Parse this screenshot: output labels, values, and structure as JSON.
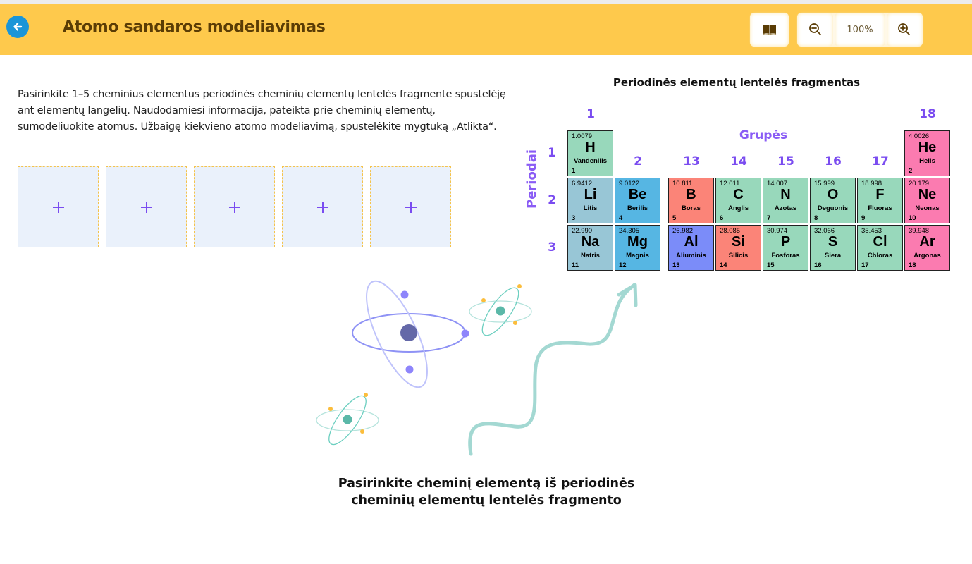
{
  "header": {
    "title": "Atomo sandaros modeliavimas",
    "back_icon": "arrow-left-icon",
    "book_icon": "book-icon",
    "zoom_out_icon": "zoom-out-icon",
    "zoom_in_icon": "zoom-in-icon",
    "zoom_level": "100%",
    "colors": {
      "background": "#fec94c",
      "title": "#5a3c05",
      "back_button": "#1a95d8"
    }
  },
  "instructions": "Pasirinkite 1–5 cheminius elementus periodinės cheminių elementų lentelės fragmente spustelėję ant elementų langelių. Naudodamiesi informacija, pateikta prie cheminių elementų, sumodeliuokite atomus. Užbaigę kiekvieno atomo modeliavimą, spustelėkite mygtuką „Atlikta“.",
  "slots": [
    {
      "icon": "plus-icon",
      "label": "+"
    },
    {
      "icon": "plus-icon",
      "label": "+"
    },
    {
      "icon": "plus-icon",
      "label": "+"
    },
    {
      "icon": "plus-icon",
      "label": "+"
    },
    {
      "icon": "plus-icon",
      "label": "+"
    }
  ],
  "periodic_table": {
    "title": "Periodinės elementų lentelės fragmentas",
    "groups_label": "Grupės",
    "periods_label": "Periodai",
    "group_numbers": [
      "1",
      "2",
      "13",
      "14",
      "15",
      "16",
      "17",
      "18"
    ],
    "period_numbers": [
      "1",
      "2",
      "3"
    ],
    "elements": [
      {
        "mass": "1.0079",
        "symbol": "H",
        "name": "Vandenilis",
        "number": "1",
        "color": "#98d8bb"
      },
      {
        "mass": "4.0026",
        "symbol": "He",
        "name": "Helis",
        "number": "2",
        "color": "#fb7bb0"
      },
      {
        "mass": "6.9412",
        "symbol": "Li",
        "name": "Litis",
        "number": "3",
        "color": "#98c6d6"
      },
      {
        "mass": "9.0122",
        "symbol": "Be",
        "name": "Berilis",
        "number": "4",
        "color": "#56b6e3"
      },
      {
        "mass": "10.811",
        "symbol": "B",
        "name": "Boras",
        "number": "5",
        "color": "#fb8478"
      },
      {
        "mass": "12.011",
        "symbol": "C",
        "name": "Anglis",
        "number": "6",
        "color": "#98d8bb"
      },
      {
        "mass": "14.007",
        "symbol": "N",
        "name": "Azotas",
        "number": "7",
        "color": "#98d8bb"
      },
      {
        "mass": "15.999",
        "symbol": "O",
        "name": "Deguonis",
        "number": "8",
        "color": "#98d8bb"
      },
      {
        "mass": "18.998",
        "symbol": "F",
        "name": "Fluoras",
        "number": "9",
        "color": "#98d8bb"
      },
      {
        "mass": "20.179",
        "symbol": "Ne",
        "name": "Neonas",
        "number": "10",
        "color": "#fb7bb0"
      },
      {
        "mass": "22.990",
        "symbol": "Na",
        "name": "Natris",
        "number": "11",
        "color": "#98c6d6"
      },
      {
        "mass": "24.305",
        "symbol": "Mg",
        "name": "Magnis",
        "number": "12",
        "color": "#56b6e3"
      },
      {
        "mass": "26.982",
        "symbol": "Al",
        "name": "Aliuminis",
        "number": "13",
        "color": "#7b8cf9"
      },
      {
        "mass": "28.085",
        "symbol": "Si",
        "name": "Silicis",
        "number": "14",
        "color": "#fb8478"
      },
      {
        "mass": "30.974",
        "symbol": "P",
        "name": "Fosforas",
        "number": "15",
        "color": "#98d8bb"
      },
      {
        "mass": "32.066",
        "symbol": "S",
        "name": "Siera",
        "number": "16",
        "color": "#98d8bb"
      },
      {
        "mass": "35.453",
        "symbol": "Cl",
        "name": "Chloras",
        "number": "17",
        "color": "#98d8bb"
      },
      {
        "mass": "39.948",
        "symbol": "Ar",
        "name": "Argonas",
        "number": "18",
        "color": "#fb7bb0"
      }
    ]
  },
  "prompt": {
    "line1": "Pasirinkite cheminį elementą iš periodinės",
    "line2": "cheminių elementų lentelės fragmento"
  }
}
